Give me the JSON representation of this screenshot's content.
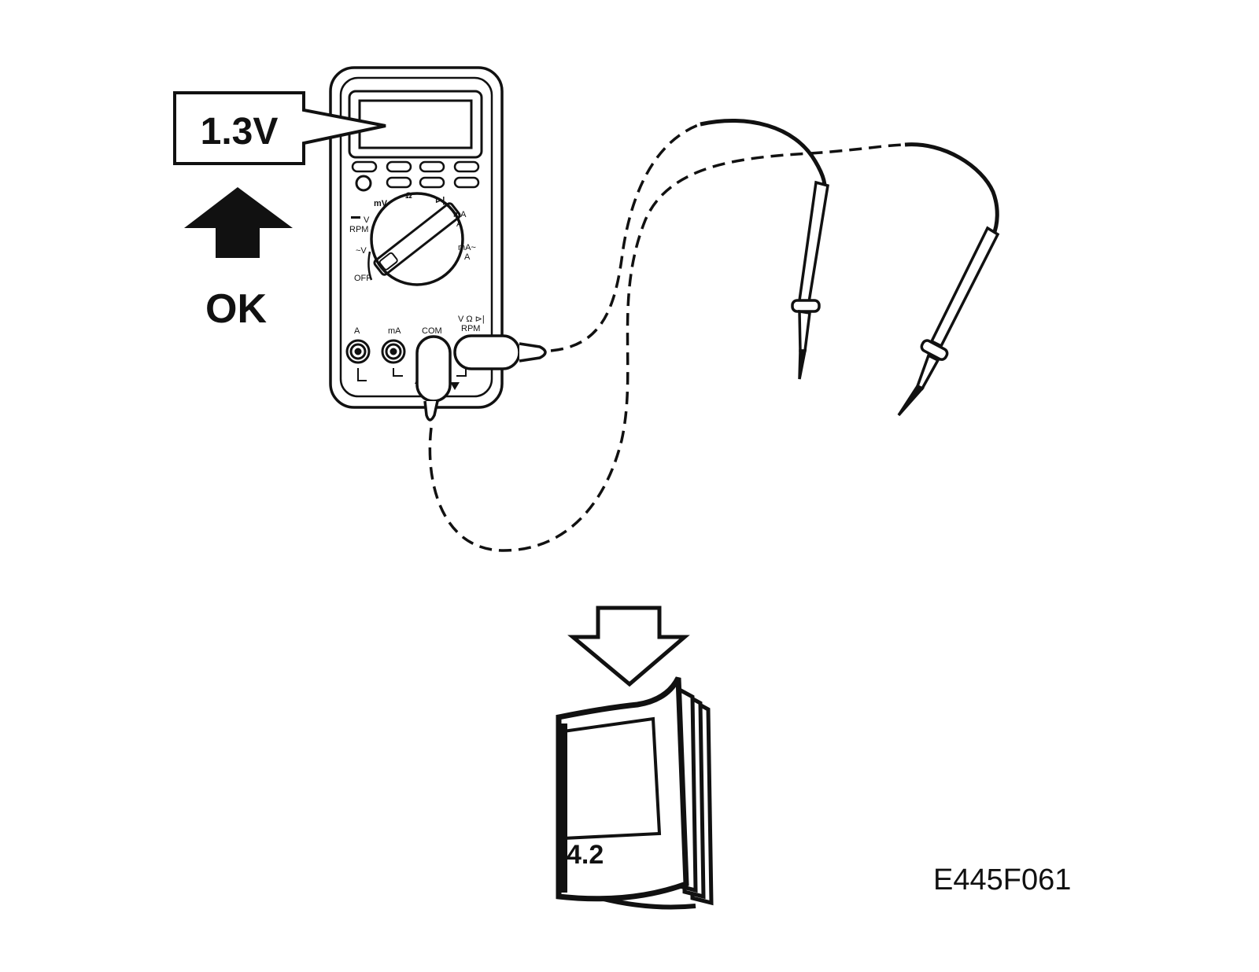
{
  "reading_callout": {
    "text": "1.3V"
  },
  "status": {
    "text": "OK"
  },
  "manual": {
    "section": "4.2"
  },
  "figure_id": "E445F061",
  "dial_labels": {
    "dcv": "V",
    "rpm": "RPM",
    "mv": "mV",
    "ohm": "Ω",
    "diode": "⊳|",
    "ma_dc": "mA",
    "a_dc": "A",
    "ma_ac": "mA~",
    "a_ac": "A",
    "acv": "~V",
    "off": "OFF"
  },
  "jack_labels": {
    "a": "A",
    "ma": "mA",
    "com": "COM",
    "v_ohm": "V Ω ⊳|",
    "rpm": "RPM"
  },
  "colors": {
    "ink": "#111111",
    "paper": "#ffffff"
  }
}
